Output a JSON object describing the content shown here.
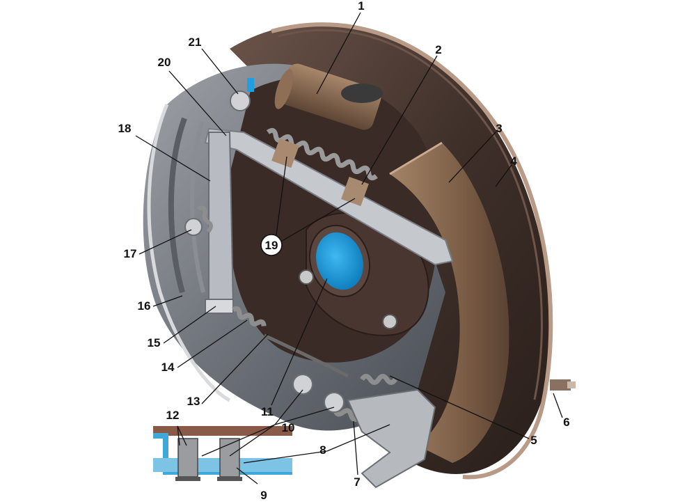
{
  "figure": {
    "callouts": [
      "1",
      "2",
      "3",
      "4",
      "5",
      "6",
      "7",
      "8",
      "9",
      "10",
      "11",
      "12",
      "13",
      "14",
      "15",
      "16",
      "17",
      "18",
      "19",
      "20",
      "21"
    ],
    "callout_10_inset": "10",
    "callout_19_circled": "19"
  },
  "colors": {
    "drum": "#4a3a33",
    "drum_rim": "#a88a78",
    "shield": "#6a6e74",
    "shield_inner": "#8a8e94",
    "shoe_lining": "#8a6a50",
    "hub_blue": "#1ea0e0",
    "cylinder": "#7a6048",
    "inset_blue": "#3fa8d8"
  }
}
